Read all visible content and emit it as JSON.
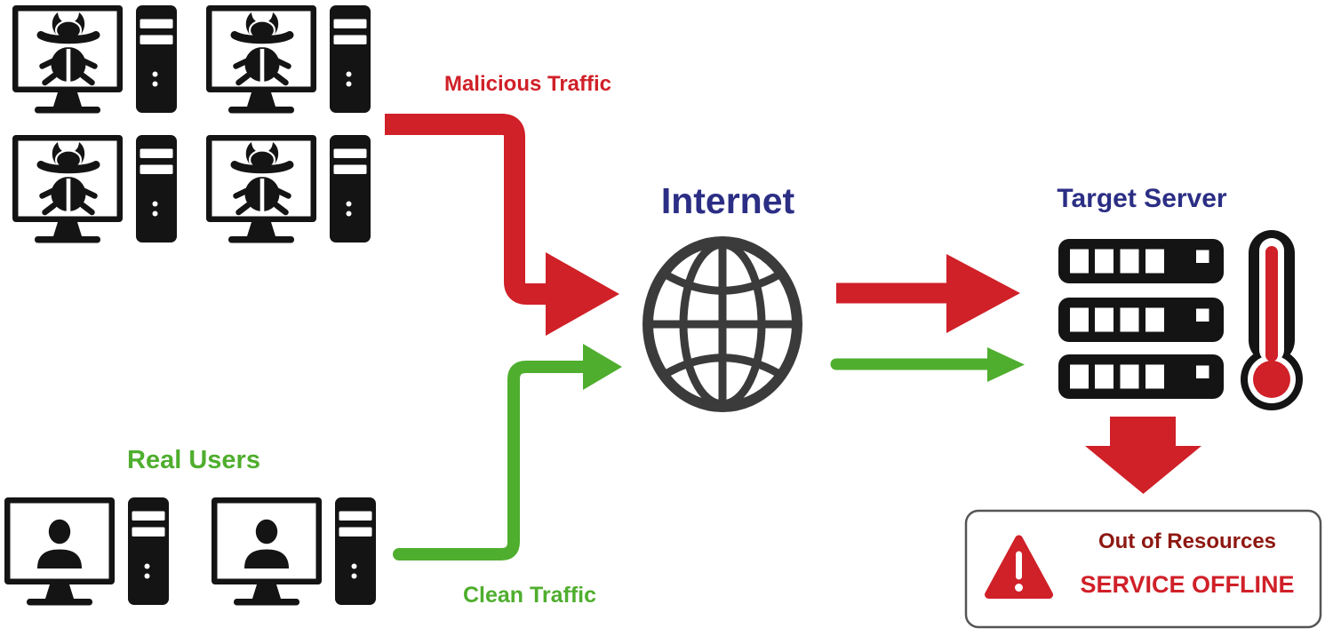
{
  "diagram_type": "ddos-attack-diagram",
  "colors": {
    "background": "#ffffff",
    "malicious": "#d02028",
    "clean": "#4fae2e",
    "heading": "#2b2e84",
    "ink": "#141414",
    "screen": "#ffffff",
    "globe": "#3b3b3b",
    "alert_title": "#8e1812",
    "alert_status": "#d02028",
    "box_border": "#555555"
  },
  "nodes": {
    "botnet": {
      "icon": "bug-computer-icon",
      "count": 4
    },
    "real_users": {
      "label": "Real Users",
      "icon": "user-computer-icon",
      "count": 2
    },
    "internet": {
      "label": "Internet",
      "icon": "globe-icon"
    },
    "target_server": {
      "label": "Target Server",
      "icons": [
        "server-stack-icon",
        "thermometer-icon"
      ]
    },
    "alert": {
      "title": "Out of Resources",
      "status": "SERVICE OFFLINE",
      "icon": "warning-triangle-icon"
    }
  },
  "flows": {
    "malicious": {
      "label": "Malicious Traffic",
      "from": "botnet",
      "to": "target_server",
      "via": "internet"
    },
    "clean": {
      "label": "Clean Traffic",
      "from": "real_users",
      "to": "target_server",
      "via": "internet"
    },
    "overload": {
      "from": "target_server",
      "to": "alert"
    }
  }
}
